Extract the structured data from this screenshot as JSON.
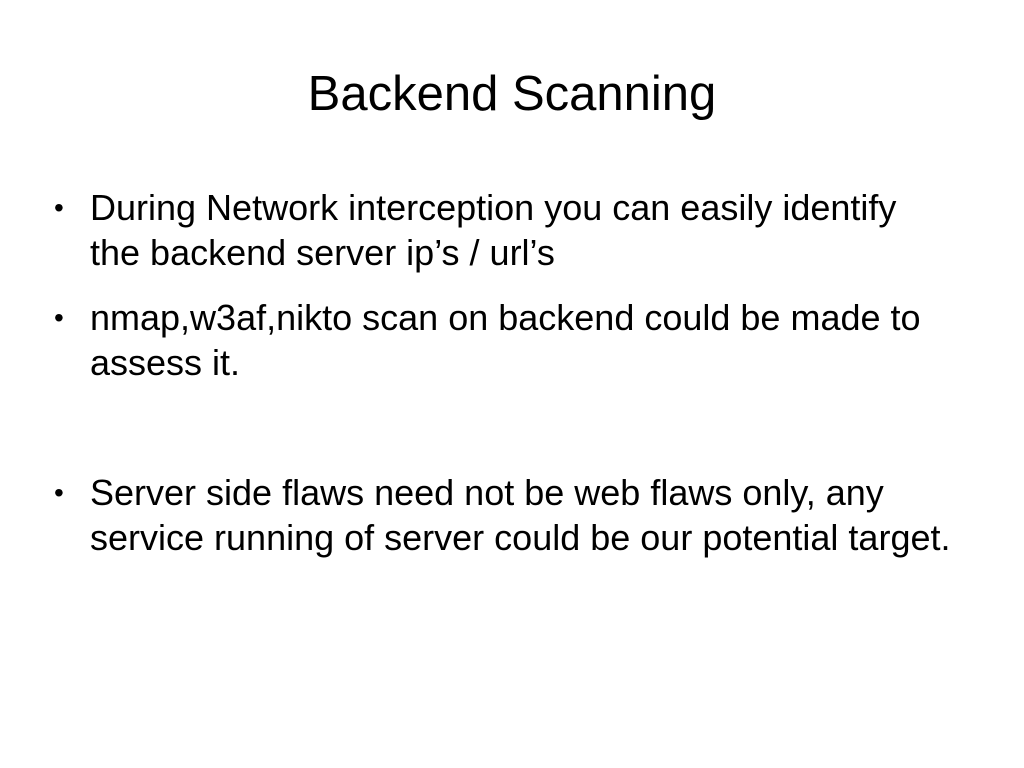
{
  "slide": {
    "title": "Backend Scanning",
    "bullet_glyph": "•",
    "bullets": [
      {
        "text": "During Network interception you can easily identify the backend server ip’s / url’s"
      },
      {
        "text": "nmap,w3af,nikto scan on backend could be made to assess it."
      },
      {
        "text": "Server side flaws need not be web flaws only, any service running of server could be our potential target."
      }
    ]
  }
}
